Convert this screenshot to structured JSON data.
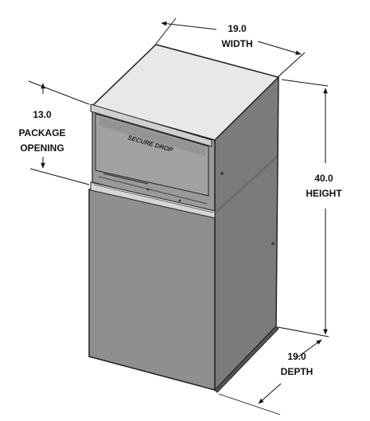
{
  "diagram": {
    "brand_label": "SECURE DROP",
    "dimensions": {
      "width": {
        "value": "19.0",
        "label": "WIDTH"
      },
      "height": {
        "value": "40.0",
        "label": "HEIGHT"
      },
      "depth": {
        "value": "19.0",
        "label": "DEPTH"
      },
      "opening": {
        "value": "13.0",
        "label_line1": "PACKAGE",
        "label_line2": "OPENING"
      }
    }
  }
}
